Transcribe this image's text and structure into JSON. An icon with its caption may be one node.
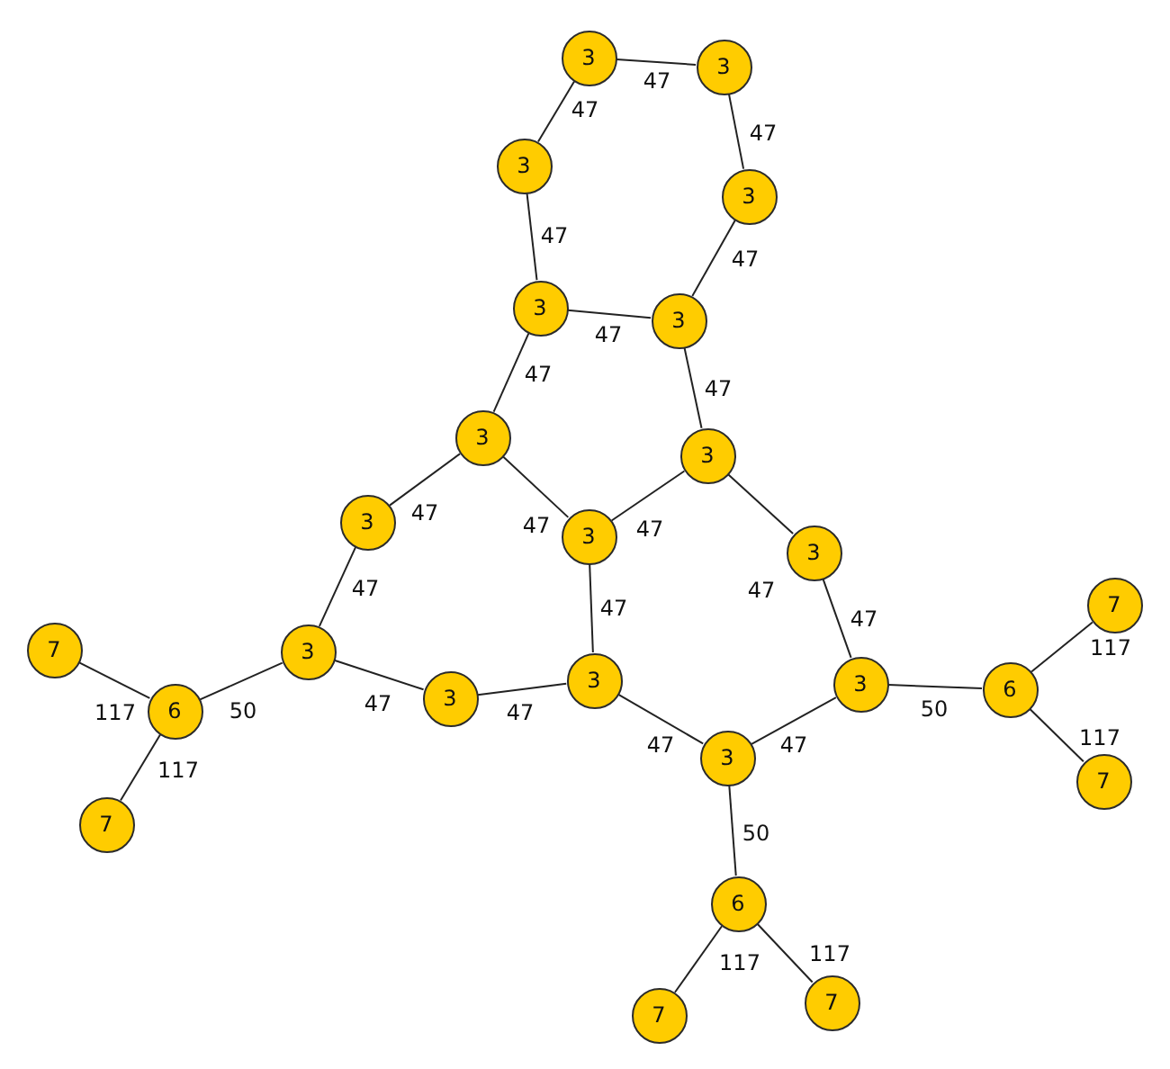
{
  "diagram": {
    "nodes": [
      {
        "text": [
          "3"
        ]
      },
      {
        "text": [
          "3"
        ]
      },
      {
        "text": [
          "3"
        ]
      },
      {
        "text": [
          "3"
        ]
      },
      {
        "text": [
          "3"
        ]
      },
      {
        "text": [
          "3"
        ]
      },
      {
        "text": [
          "3"
        ]
      },
      {
        "text": [
          "3"
        ]
      },
      {
        "text": [
          "3"
        ]
      },
      {
        "text": [
          "3"
        ]
      },
      {
        "text": [
          "3"
        ]
      },
      {
        "text": [
          "7"
        ]
      },
      {
        "text": [
          "3"
        ]
      },
      {
        "text": [
          "6"
        ]
      },
      {
        "text": [
          "3"
        ]
      },
      {
        "text": [
          "3"
        ]
      },
      {
        "text": [
          "3"
        ]
      },
      {
        "text": [
          "7"
        ]
      },
      {
        "text": [
          "6"
        ]
      },
      {
        "text": [
          "3"
        ]
      },
      {
        "text": [
          "7"
        ]
      },
      {
        "text": [
          "7"
        ]
      },
      {
        "text": [
          "6"
        ]
      },
      {
        "text": [
          "7"
        ]
      },
      {
        "text": [
          "7"
        ]
      }
    ],
    "edges": [
      {
        "from": 0,
        "to": 1,
        "arrow": "none",
        "label": "47"
      },
      {
        "from": 0,
        "to": 2,
        "arrow": "none",
        "label": "47"
      },
      {
        "from": 1,
        "to": 3,
        "arrow": "none",
        "label": "47"
      },
      {
        "from": 2,
        "to": 4,
        "arrow": "none",
        "label": "47"
      },
      {
        "from": 3,
        "to": 5,
        "arrow": "none",
        "label": "47"
      },
      {
        "from": 4,
        "to": 5,
        "arrow": "none",
        "label": "47"
      },
      {
        "from": 4,
        "to": 6,
        "arrow": "none",
        "label": "47"
      },
      {
        "from": 5,
        "to": 7,
        "arrow": "none",
        "label": "47"
      },
      {
        "from": 6,
        "to": 8,
        "arrow": "none",
        "label": "47"
      },
      {
        "from": 6,
        "to": 9,
        "arrow": "none",
        "label": "47"
      },
      {
        "from": 7,
        "to": 9,
        "arrow": "none",
        "label": "47"
      },
      {
        "from": 7,
        "to": 10,
        "arrow": "none",
        "label": "47"
      },
      {
        "from": 8,
        "to": 12,
        "arrow": "none",
        "label": "47"
      },
      {
        "from": 9,
        "to": 15,
        "arrow": "none",
        "label": "47"
      },
      {
        "from": 10,
        "to": 16,
        "arrow": "none",
        "label": "47"
      },
      {
        "from": 11,
        "to": 13,
        "arrow": "none",
        "label": "117"
      },
      {
        "from": 12,
        "to": 13,
        "arrow": "none",
        "label": "50"
      },
      {
        "from": 12,
        "to": 14,
        "arrow": "none",
        "label": "47"
      },
      {
        "from": 13,
        "to": 20,
        "arrow": "none",
        "label": "117"
      },
      {
        "from": 14,
        "to": 15,
        "arrow": "none",
        "label": "47"
      },
      {
        "from": 15,
        "to": 19,
        "arrow": "none",
        "label": "47"
      },
      {
        "from": 16,
        "to": 19,
        "arrow": "none",
        "label": "47"
      },
      {
        "from": 16,
        "to": 18,
        "arrow": "none",
        "label": "50"
      },
      {
        "from": 18,
        "to": 17,
        "arrow": "none",
        "label": "117"
      },
      {
        "from": 18,
        "to": 21,
        "arrow": "none",
        "label": "117"
      },
      {
        "from": 19,
        "to": 22,
        "arrow": "none",
        "label": "50"
      },
      {
        "from": 22,
        "to": 23,
        "arrow": "none",
        "label": "117"
      },
      {
        "from": 22,
        "to": 24,
        "arrow": "none",
        "label": "117"
      }
    ]
  }
}
